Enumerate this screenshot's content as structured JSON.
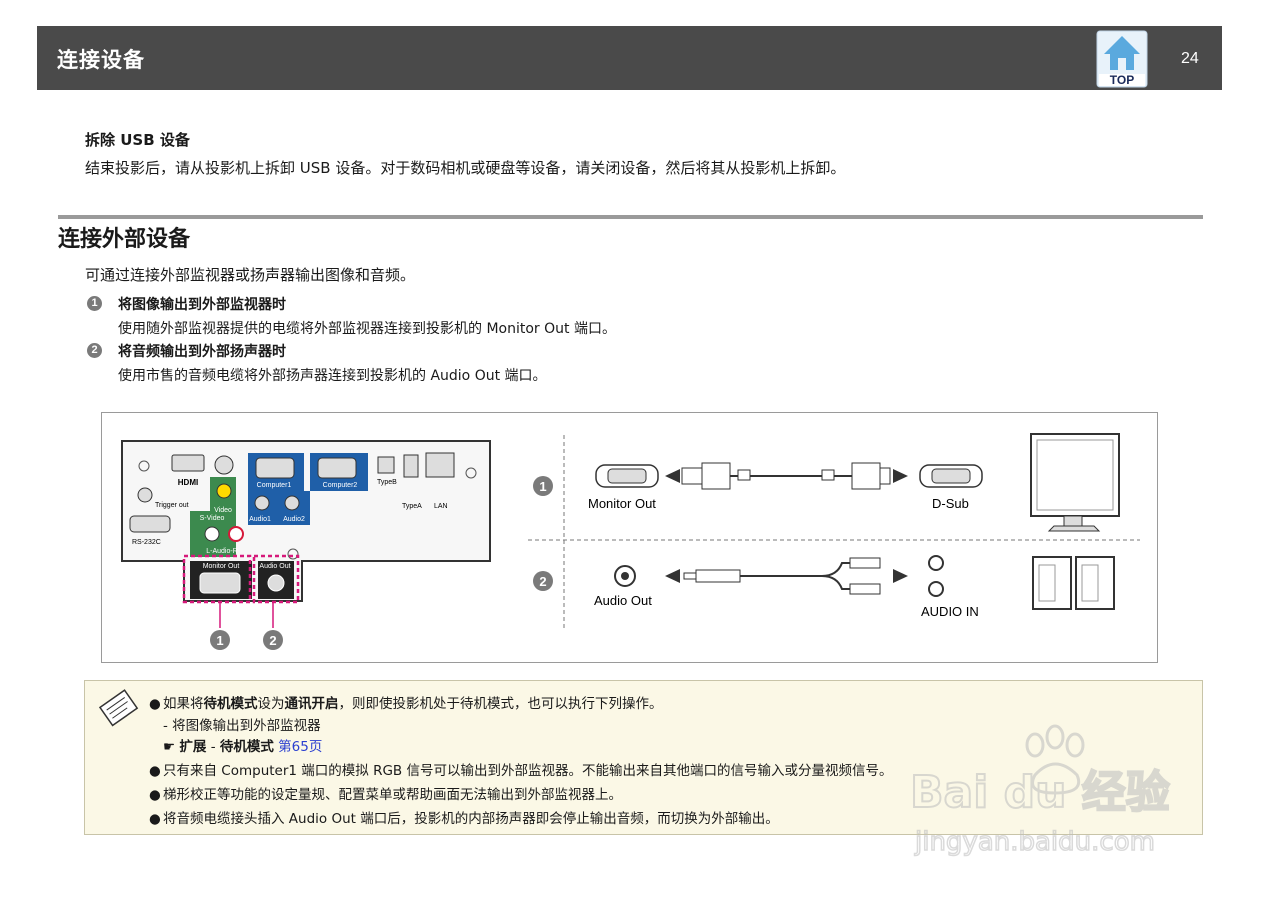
{
  "header": {
    "title": "连接设备",
    "top_label": "TOP",
    "page_number": "24"
  },
  "remove_usb": {
    "title": "拆除 USB 设备",
    "text": "结束投影后，请从投影机上拆卸 USB 设备。对于数码相机或硬盘等设备，请关闭设备，然后将其从投影机上拆卸。"
  },
  "section": {
    "title": "连接外部设备",
    "intro": "可通过连接外部监视器或扬声器输出图像和音频。",
    "items": [
      {
        "num": "1",
        "heading": "将图像输出到外部监视器时",
        "text": "使用随外部监视器提供的电缆将外部监视器连接到投影机的 Monitor Out 端口。"
      },
      {
        "num": "2",
        "heading": "将音频输出到外部扬声器时",
        "text": "使用市售的音频电缆将外部扬声器连接到投影机的 Audio Out 端口。"
      }
    ]
  },
  "figure": {
    "panel_labels": {
      "hdmi": "HDMI",
      "trigger_out": "Trigger out",
      "rs232c": "RS-232C",
      "video": "Video",
      "s_video": "S-Video",
      "audio_lr": "L-Audio-R",
      "computer1": "Computer1",
      "computer2": "Computer2",
      "audio1": "Audio1",
      "audio2": "Audio2",
      "type_b": "TypeB",
      "type_a": "TypeA",
      "lan": "LAN",
      "monitor_out": "Monitor Out",
      "audio_out": "Audio Out"
    },
    "callouts": [
      "1",
      "2"
    ],
    "diagram1": {
      "num": "1",
      "left_label": "Monitor Out",
      "right_label": "D-Sub"
    },
    "diagram2": {
      "num": "2",
      "left_label": "Audio Out",
      "right_label": "AUDIO IN"
    }
  },
  "note": {
    "line1_a": "如果将",
    "line1_b": "待机模式",
    "line1_c": "设为",
    "line1_d": "通讯开启",
    "line1_e": "，则即使投影机处于待机模式，也可以执行下列操作。",
    "line2": "- 将图像输出到外部监视器",
    "line3_a": "扩展",
    "line3_b": " - ",
    "line3_c": "待机模式",
    "line3_link": "第65页",
    "line4": "只有来自 Computer1 端口的模拟 RGB 信号可以输出到外部监视器。不能输出来自其他端口的信号输入或分量视频信号。",
    "line5": "梯形校正等功能的设定量规、配置菜单或帮助画面无法输出到外部监视器上。",
    "line6": "将音频电缆接头插入 Audio Out 端口后，投影机的内部扬声器即会停止输出音频，而切换为外部输出。"
  },
  "watermark": {
    "brand": "Bai du 经验",
    "url": "jingyan.baidu.com"
  },
  "colors": {
    "header_bg": "#4a4a4a",
    "highlight": "#d6197a",
    "link": "#2a3fd0",
    "note_bg": "#fbf8e6",
    "port_blue": "#1f5fa8",
    "port_green": "#3c8a4e"
  }
}
